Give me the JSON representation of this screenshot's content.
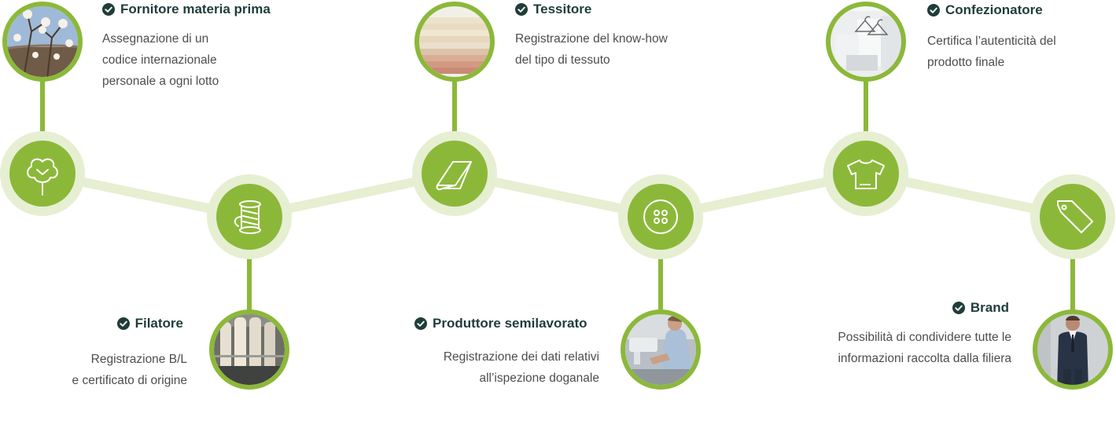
{
  "colors": {
    "accent": "#8cb83a",
    "accent_light": "#e6efd2",
    "title": "#1f3d3a",
    "text": "#4d4d4d"
  },
  "steps": [
    {
      "title": "Fornitore materia prima",
      "desc": [
        "Assegnazione di un",
        "codice internazionale",
        "personale a ogni lotto"
      ],
      "icon": "cotton-flower-icon",
      "photo": "cotton-field-photo"
    },
    {
      "title": "Filatore",
      "desc": [
        "Registrazione B/L",
        "e certificato di origine"
      ],
      "icon": "thread-spool-icon",
      "photo": "yarn-bobbins-photo"
    },
    {
      "title": "Tessitore",
      "desc": [
        "Registrazione del know-how",
        "del tipo di tessuto"
      ],
      "icon": "fabric-roll-icon",
      "photo": "folded-fabrics-photo"
    },
    {
      "title": "Produttore semilavorato",
      "desc": [
        "Registrazione dei dati relativi",
        "all’ispezione doganale"
      ],
      "icon": "button-icon",
      "photo": "sewing-worker-photo"
    },
    {
      "title": "Confezionatore",
      "desc": [
        "Certifica l’autenticità del",
        "prodotto finale"
      ],
      "icon": "tshirt-icon",
      "photo": "hangers-photo"
    },
    {
      "title": "Brand",
      "desc": [
        "Possibilità di condividere tutte le",
        "informazioni raccolta dalla filiera"
      ],
      "icon": "price-tag-icon",
      "photo": "man-in-suit-photo"
    }
  ]
}
